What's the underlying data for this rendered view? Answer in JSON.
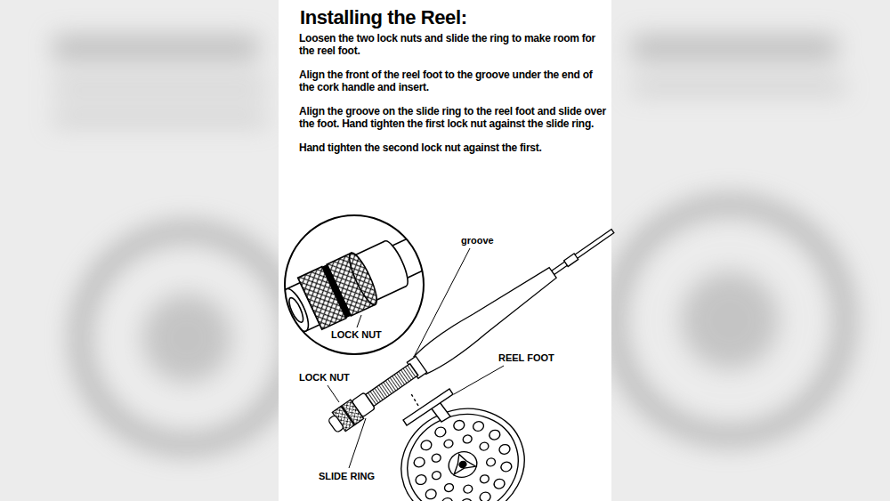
{
  "diagram": {
    "title": "Installing the Reel:",
    "labels": [
      "Loosen the two lock nuts and slide the ring to make room for the reel foot.",
      "Align the front of the reel foot to the groove under the end of the cork handle and insert.",
      "Align the groove on the slide ring to the reel foot and slide over the foot. Hand tighten the first lock nut against the slide ring.",
      "Hand tighten the second lock nut against the first.",
      "groove",
      "LOCK NUT",
      "LOCK NUT",
      "REEL FOOT",
      "SLIDE RING"
    ]
  }
}
